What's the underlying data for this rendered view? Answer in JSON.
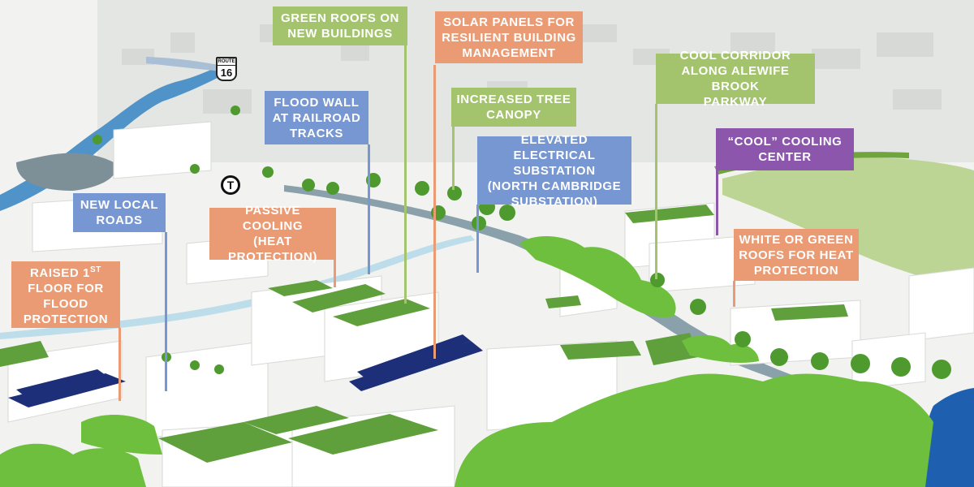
{
  "callouts": {
    "green_roofs": "GREEN ROOFS ON\nNEW BUILDINGS",
    "solar_panels": "SOLAR PANELS FOR\nRESILIENT BUILDING\nMANAGEMENT",
    "cool_corridor": "COOL CORRIDOR\nALONG ALEWIFE BROOK\nPARKWAY",
    "flood_wall": "FLOOD WALL\nAT RAILROAD\nTRACKS",
    "tree_canopy": "INCREASED TREE\nCANOPY",
    "substation": "ELEVATED ELECTRICAL\nSUBSTATION\n(NORTH CAMBRIDGE\nSUBSTATION)",
    "cool_center": "“COOL” COOLING\nCENTER",
    "local_roads": "NEW LOCAL\nROADS",
    "passive_cooling": "PASSIVE COOLING\n(HEAT\nPROTECTION)",
    "white_green_roofs": "WHITE OR GREEN\nROOFS FOR HEAT\nPROTECTION",
    "raised_floor": {
      "line1_pre": "RAISED 1",
      "line1_sup": "ST",
      "rest": "FLOOR FOR\nFLOOD\nPROTECTION"
    }
  },
  "map_marks": {
    "route_sign_top": "ROUTE",
    "route_sign_number": "16",
    "transit_logo": "T"
  },
  "colors": {
    "green": "#a3c46d",
    "orange": "#ea9b73",
    "blue": "#7797d3",
    "purple": "#8c56ad",
    "tree": "#6fbf3f",
    "roof": "#5f9f3c",
    "water": "#8aa0ab",
    "solar": "#1e2f7a"
  }
}
